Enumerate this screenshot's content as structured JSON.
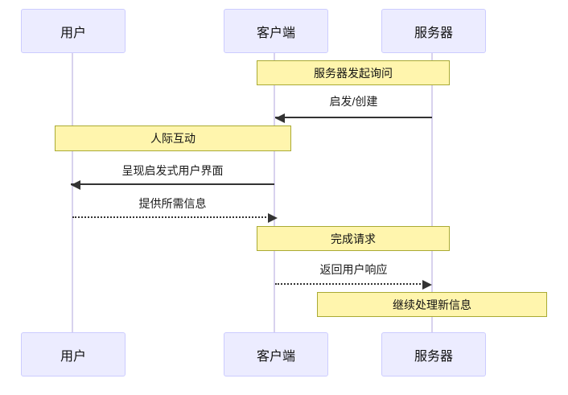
{
  "diagram": {
    "type": "sequence-diagram",
    "actors": [
      {
        "id": "user",
        "label": "用户"
      },
      {
        "id": "client",
        "label": "客户端"
      },
      {
        "id": "server",
        "label": "服务器"
      }
    ],
    "notes": [
      {
        "text": "服务器发起询问",
        "over": "客户端,服务器"
      },
      {
        "text": "人际互动",
        "over": "用户,客户端"
      },
      {
        "text": "完成请求",
        "over": "客户端,服务器"
      },
      {
        "text": "继续处理新信息",
        "over": "服务器"
      }
    ],
    "messages": [
      {
        "text": "启发/创建",
        "from": "服务器",
        "to": "客户端",
        "line": "solid",
        "direction": "left"
      },
      {
        "text": "呈现启发式用户界面",
        "from": "客户端",
        "to": "用户",
        "line": "solid",
        "direction": "left"
      },
      {
        "text": "提供所需信息",
        "from": "用户",
        "to": "客户端",
        "line": "dotted",
        "direction": "right"
      },
      {
        "text": "返回用户响应",
        "from": "客户端",
        "to": "服务器",
        "line": "dotted",
        "direction": "right"
      }
    ],
    "colors": {
      "actor_fill": "#ECECFF",
      "actor_border": "#CCCCFF",
      "note_fill": "#FFF5AD",
      "note_border": "#AAAA33",
      "lifeline": "#D8D2EE",
      "message_line": "#333333",
      "text": "#111111",
      "background": "#FFFFFF"
    }
  }
}
